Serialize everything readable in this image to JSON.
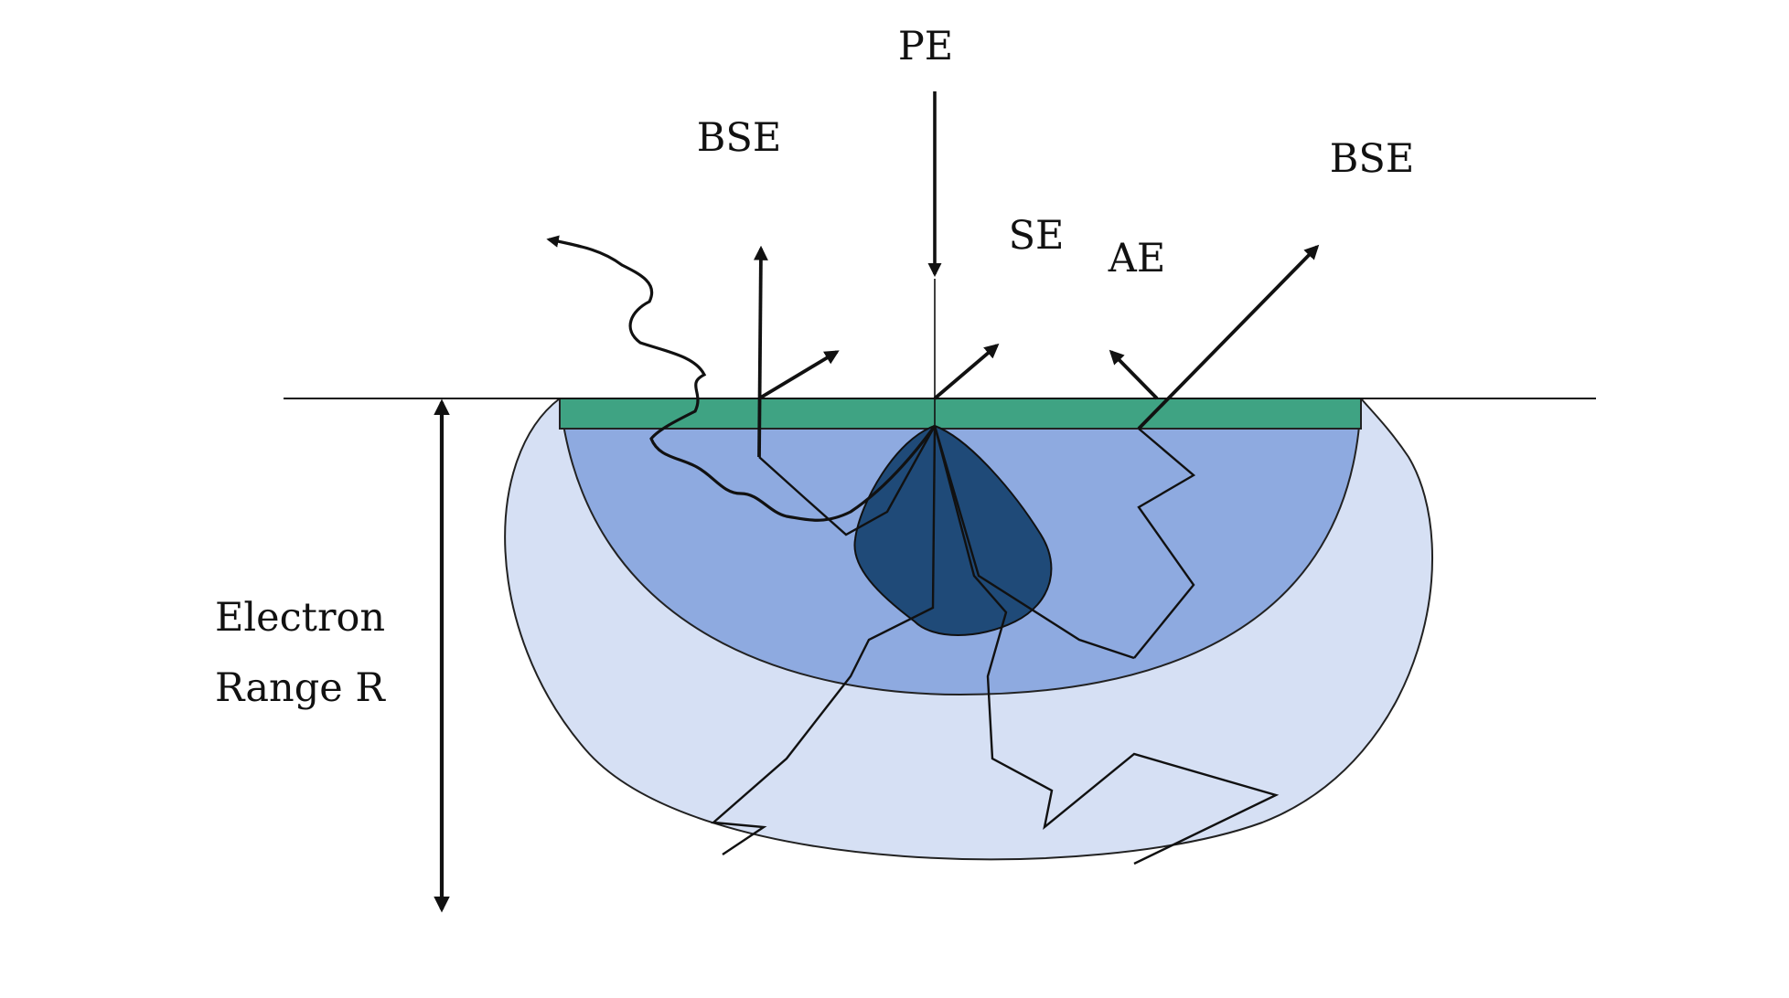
{
  "labels": {
    "pe": "PE",
    "bse_left": "BSE",
    "bse_right": "BSE",
    "se": "SE",
    "ae": "AE",
    "range_line1": "Electron",
    "range_line2": "Range R"
  },
  "colors": {
    "surface_layer": "#3fa383",
    "inner_volume": "#8eaae0",
    "outer_volume": "#d6e0f4",
    "core_volume": "#1f4a78",
    "stroke": "#111111"
  }
}
